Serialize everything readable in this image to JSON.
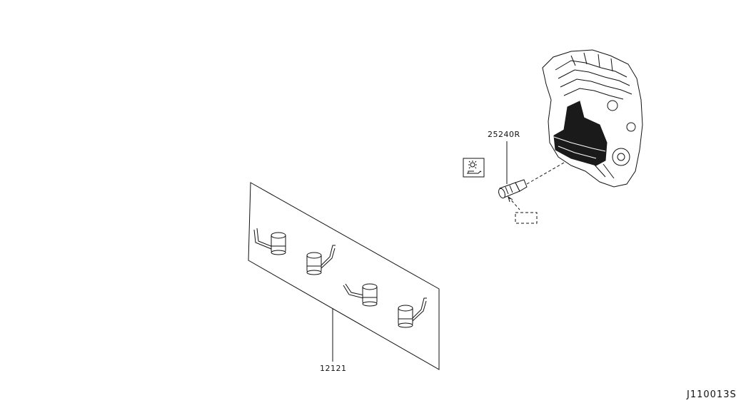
{
  "parts": {
    "cam_sensor": {
      "part_number": "25240R"
    },
    "piston_oil_jets": {
      "part_number": "12121"
    }
  },
  "drawing": {
    "id": "J110013S"
  },
  "icons": [
    "oil-warning-lamp-icon",
    "engine-assembly-icon",
    "camshaft-position-sensor-icon",
    "piston-oil-jet-icon"
  ],
  "colors": {
    "line": "#111111",
    "background": "#ffffff",
    "engine_fill": "#1a1a1a"
  }
}
